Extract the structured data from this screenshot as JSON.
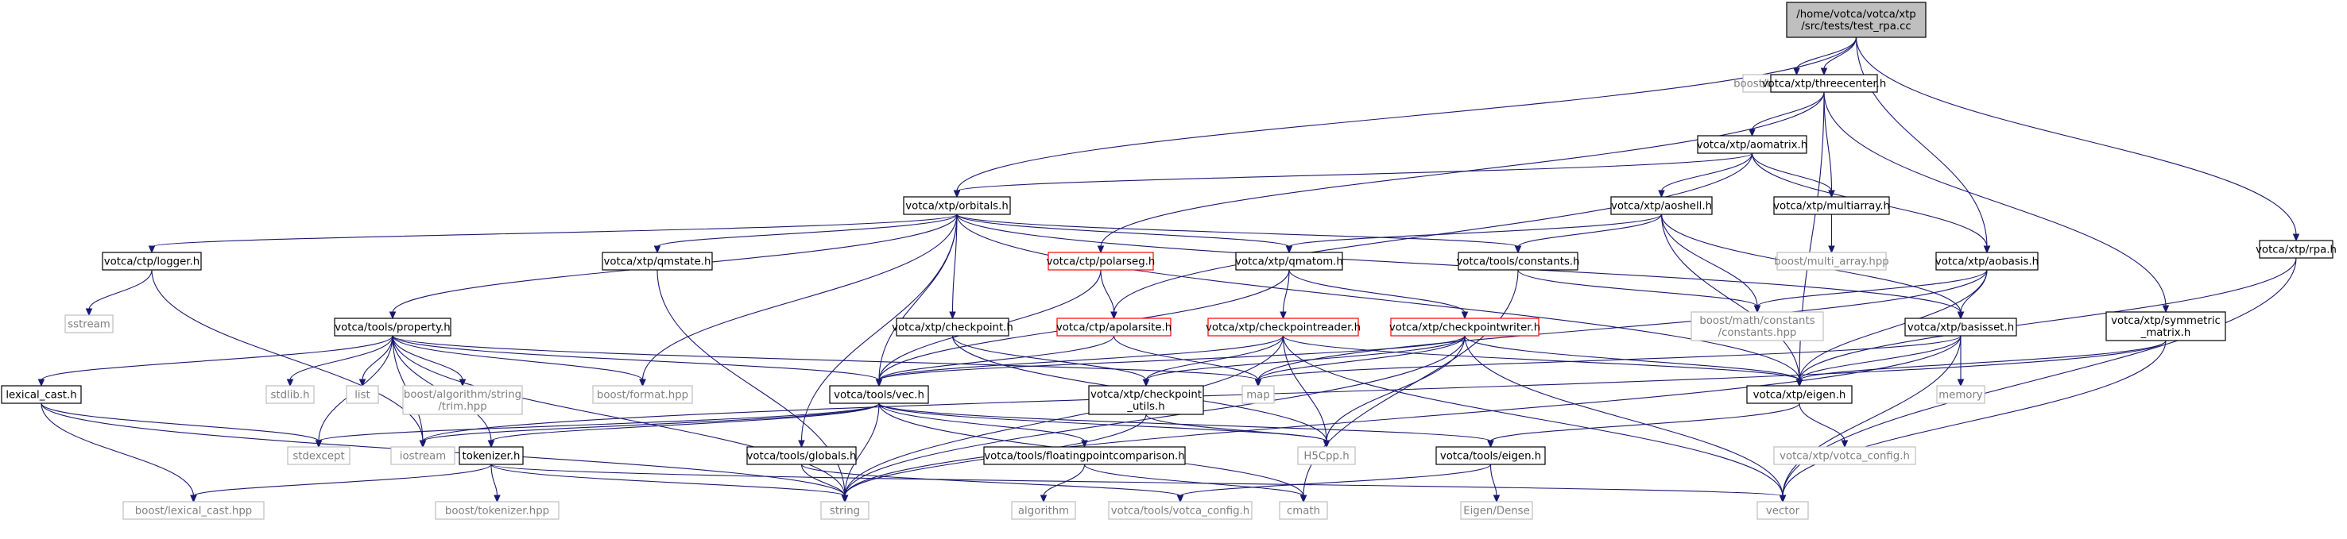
{
  "diagram": {
    "type": "include-dependency-graph",
    "nodes": [
      {
        "id": "root",
        "lines": [
          "/home/votca/votca/xtp",
          "/src/tests/test_rpa.cc"
        ],
        "kind": "root"
      },
      {
        "id": "unit_test",
        "lines": [
          "boost/test/unit_test.hpp"
        ],
        "kind": "ext"
      },
      {
        "id": "threecenter",
        "lines": [
          "votca/xtp/threecenter.h"
        ],
        "kind": "local"
      },
      {
        "id": "rpa",
        "lines": [
          "votca/xtp/rpa.h"
        ],
        "kind": "local"
      },
      {
        "id": "aomatrix",
        "lines": [
          "votca/xtp/aomatrix.h"
        ],
        "kind": "local"
      },
      {
        "id": "orbitals",
        "lines": [
          "votca/xtp/orbitals.h"
        ],
        "kind": "local"
      },
      {
        "id": "aoshell",
        "lines": [
          "votca/xtp/aoshell.h"
        ],
        "kind": "local"
      },
      {
        "id": "multiarray",
        "lines": [
          "votca/xtp/multiarray.h"
        ],
        "kind": "local"
      },
      {
        "id": "boost_multi_array",
        "lines": [
          "boost/multi_array.hpp"
        ],
        "kind": "ext"
      },
      {
        "id": "aobasis",
        "lines": [
          "votca/xtp/aobasis.h"
        ],
        "kind": "local"
      },
      {
        "id": "symmetricmatrix",
        "lines": [
          "votca/xtp/symmetric",
          "_matrix.h"
        ],
        "kind": "local"
      },
      {
        "id": "logger",
        "lines": [
          "votca/ctp/logger.h"
        ],
        "kind": "local"
      },
      {
        "id": "qmstate",
        "lines": [
          "votca/xtp/qmstate.h"
        ],
        "kind": "local"
      },
      {
        "id": "polarseg",
        "lines": [
          "votca/ctp/polarseg.h"
        ],
        "kind": "trunc"
      },
      {
        "id": "qmatom",
        "lines": [
          "votca/xtp/qmatom.h"
        ],
        "kind": "local"
      },
      {
        "id": "constants",
        "lines": [
          "votca/tools/constants.h"
        ],
        "kind": "local"
      },
      {
        "id": "sstream",
        "lines": [
          "sstream"
        ],
        "kind": "ext"
      },
      {
        "id": "property",
        "lines": [
          "votca/tools/property.h"
        ],
        "kind": "local"
      },
      {
        "id": "checkpoint",
        "lines": [
          "votca/xtp/checkpoint.h"
        ],
        "kind": "local"
      },
      {
        "id": "apolarsite",
        "lines": [
          "votca/ctp/apolarsite.h"
        ],
        "kind": "trunc"
      },
      {
        "id": "checkpointreader",
        "lines": [
          "votca/xtp/checkpointreader.h"
        ],
        "kind": "trunc"
      },
      {
        "id": "checkpointwriter",
        "lines": [
          "votca/xtp/checkpointwriter.h"
        ],
        "kind": "trunc"
      },
      {
        "id": "math_constants",
        "lines": [
          "boost/math/constants",
          "/constants.hpp"
        ],
        "kind": "ext"
      },
      {
        "id": "basisset",
        "lines": [
          "votca/xtp/basisset.h"
        ],
        "kind": "local"
      },
      {
        "id": "lexical_cast",
        "lines": [
          "lexical_cast.h"
        ],
        "kind": "local"
      },
      {
        "id": "stdlib",
        "lines": [
          "stdlib.h"
        ],
        "kind": "ext"
      },
      {
        "id": "list",
        "lines": [
          "list"
        ],
        "kind": "ext"
      },
      {
        "id": "trim",
        "lines": [
          "boost/algorithm/string",
          "/trim.hpp"
        ],
        "kind": "ext"
      },
      {
        "id": "format",
        "lines": [
          "boost/format.hpp"
        ],
        "kind": "ext"
      },
      {
        "id": "vec",
        "lines": [
          "votca/tools/vec.h"
        ],
        "kind": "local"
      },
      {
        "id": "map",
        "lines": [
          "map"
        ],
        "kind": "ext"
      },
      {
        "id": "checkpoint_utils",
        "lines": [
          "votca/xtp/checkpoint",
          "_utils.h"
        ],
        "kind": "local"
      },
      {
        "id": "eigen_xtp",
        "lines": [
          "votca/xtp/eigen.h"
        ],
        "kind": "local"
      },
      {
        "id": "memory",
        "lines": [
          "memory"
        ],
        "kind": "ext"
      },
      {
        "id": "stdexcept",
        "lines": [
          "stdexcept"
        ],
        "kind": "ext"
      },
      {
        "id": "iostream",
        "lines": [
          "iostream"
        ],
        "kind": "ext"
      },
      {
        "id": "tokenizer",
        "lines": [
          "tokenizer.h"
        ],
        "kind": "local"
      },
      {
        "id": "h5cpp",
        "lines": [
          "H5Cpp.h"
        ],
        "kind": "ext"
      },
      {
        "id": "globals",
        "lines": [
          "votca/tools/globals.h"
        ],
        "kind": "local"
      },
      {
        "id": "fpcomp",
        "lines": [
          "votca/tools/floatingpointcomparison.h"
        ],
        "kind": "local"
      },
      {
        "id": "eigen_tools",
        "lines": [
          "votca/tools/eigen.h"
        ],
        "kind": "local"
      },
      {
        "id": "votca_config_xtp",
        "lines": [
          "votca/xtp/votca_config.h"
        ],
        "kind": "ext"
      },
      {
        "id": "boost_lexical_cast",
        "lines": [
          "boost/lexical_cast.hpp"
        ],
        "kind": "ext"
      },
      {
        "id": "boost_tokenizer",
        "lines": [
          "boost/tokenizer.hpp"
        ],
        "kind": "ext"
      },
      {
        "id": "string",
        "lines": [
          "string"
        ],
        "kind": "ext"
      },
      {
        "id": "algorithm",
        "lines": [
          "algorithm"
        ],
        "kind": "ext"
      },
      {
        "id": "votca_config_tools",
        "lines": [
          "votca/tools/votca_config.h"
        ],
        "kind": "ext"
      },
      {
        "id": "cmath",
        "lines": [
          "cmath"
        ],
        "kind": "ext"
      },
      {
        "id": "eigen_dense",
        "lines": [
          "Eigen/Dense"
        ],
        "kind": "ext"
      },
      {
        "id": "vector",
        "lines": [
          "vector"
        ],
        "kind": "ext"
      }
    ],
    "edges": [
      [
        "root",
        "unit_test"
      ],
      [
        "root",
        "threecenter"
      ],
      [
        "root",
        "rpa"
      ],
      [
        "root",
        "orbitals"
      ],
      [
        "root",
        "aobasis"
      ],
      [
        "threecenter",
        "aomatrix"
      ],
      [
        "threecenter",
        "multiarray"
      ],
      [
        "threecenter",
        "symmetricmatrix"
      ],
      [
        "threecenter",
        "eigen_xtp"
      ],
      [
        "threecenter",
        "polarseg"
      ],
      [
        "aomatrix",
        "orbitals"
      ],
      [
        "aomatrix",
        "aoshell"
      ],
      [
        "aomatrix",
        "multiarray"
      ],
      [
        "aomatrix",
        "aobasis"
      ],
      [
        "aomatrix",
        "apolarsite"
      ],
      [
        "multiarray",
        "boost_multi_array"
      ],
      [
        "aoshell",
        "qmatom"
      ],
      [
        "aoshell",
        "constants"
      ],
      [
        "aoshell",
        "math_constants"
      ],
      [
        "aoshell",
        "basisset"
      ],
      [
        "aoshell",
        "eigen_xtp"
      ],
      [
        "aobasis",
        "math_constants"
      ],
      [
        "aobasis",
        "basisset"
      ],
      [
        "aobasis",
        "eigen_xtp"
      ],
      [
        "aobasis",
        "map"
      ],
      [
        "symmetricmatrix",
        "eigen_xtp"
      ],
      [
        "symmetricmatrix",
        "iostream"
      ],
      [
        "symmetricmatrix",
        "vector"
      ],
      [
        "rpa",
        "eigen_xtp"
      ],
      [
        "rpa",
        "vector"
      ],
      [
        "orbitals",
        "logger"
      ],
      [
        "orbitals",
        "qmstate"
      ],
      [
        "orbitals",
        "qmatom"
      ],
      [
        "orbitals",
        "constants"
      ],
      [
        "orbitals",
        "property"
      ],
      [
        "orbitals",
        "checkpoint"
      ],
      [
        "orbitals",
        "vec"
      ],
      [
        "orbitals",
        "globals"
      ],
      [
        "orbitals",
        "format"
      ],
      [
        "orbitals",
        "basisset"
      ],
      [
        "orbitals",
        "eigen_xtp"
      ],
      [
        "logger",
        "sstream"
      ],
      [
        "logger",
        "iostream"
      ],
      [
        "qmstate",
        "string"
      ],
      [
        "polarseg",
        "apolarsite"
      ],
      [
        "polarseg",
        "vec"
      ],
      [
        "qmatom",
        "checkpointreader"
      ],
      [
        "qmatom",
        "checkpointwriter"
      ],
      [
        "qmatom",
        "vec"
      ],
      [
        "constants",
        "math_constants"
      ],
      [
        "constants",
        "cmath"
      ],
      [
        "property",
        "lexical_cast"
      ],
      [
        "property",
        "stdlib"
      ],
      [
        "property",
        "list"
      ],
      [
        "property",
        "trim"
      ],
      [
        "property",
        "format"
      ],
      [
        "property",
        "vec"
      ],
      [
        "property",
        "map"
      ],
      [
        "property",
        "tokenizer"
      ],
      [
        "property",
        "iostream"
      ],
      [
        "property",
        "stdexcept"
      ],
      [
        "property",
        "string"
      ],
      [
        "checkpoint",
        "checkpoint_utils"
      ],
      [
        "checkpoint",
        "h5cpp"
      ],
      [
        "apolarsite",
        "vec"
      ],
      [
        "apolarsite",
        "map"
      ],
      [
        "checkpointreader",
        "vec"
      ],
      [
        "checkpointreader",
        "checkpoint_utils"
      ],
      [
        "checkpointreader",
        "h5cpp"
      ],
      [
        "checkpointreader",
        "eigen_xtp"
      ],
      [
        "checkpointreader",
        "string"
      ],
      [
        "checkpointreader",
        "vector"
      ],
      [
        "checkpointwriter",
        "vec"
      ],
      [
        "checkpointwriter",
        "checkpoint_utils"
      ],
      [
        "checkpointwriter",
        "h5cpp"
      ],
      [
        "checkpointwriter",
        "eigen_xtp"
      ],
      [
        "checkpointwriter",
        "map"
      ],
      [
        "checkpointwriter",
        "string"
      ],
      [
        "checkpointwriter",
        "vector"
      ],
      [
        "basisset",
        "eigen_xtp"
      ],
      [
        "basisset",
        "memory"
      ],
      [
        "basisset",
        "vector"
      ],
      [
        "basisset",
        "string"
      ],
      [
        "basisset",
        "map"
      ],
      [
        "lexical_cast",
        "stdexcept"
      ],
      [
        "lexical_cast",
        "boost_lexical_cast"
      ],
      [
        "lexical_cast",
        "string"
      ],
      [
        "vec",
        "stdexcept"
      ],
      [
        "vec",
        "iostream"
      ],
      [
        "vec",
        "tokenizer"
      ],
      [
        "vec",
        "fpcomp"
      ],
      [
        "vec",
        "eigen_tools"
      ],
      [
        "vec",
        "h5cpp"
      ],
      [
        "vec",
        "cmath"
      ],
      [
        "vec",
        "string"
      ],
      [
        "checkpoint_utils",
        "h5cpp"
      ],
      [
        "checkpoint_utils",
        "string"
      ],
      [
        "eigen_xtp",
        "votca_config_xtp"
      ],
      [
        "eigen_xtp",
        "eigen_tools"
      ],
      [
        "tokenizer",
        "boost_lexical_cast"
      ],
      [
        "tokenizer",
        "boost_tokenizer"
      ],
      [
        "tokenizer",
        "string"
      ],
      [
        "tokenizer",
        "vector"
      ],
      [
        "globals",
        "string"
      ],
      [
        "globals",
        "votca_config_tools"
      ],
      [
        "fpcomp",
        "algorithm"
      ],
      [
        "fpcomp",
        "cmath"
      ],
      [
        "eigen_tools",
        "votca_config_tools"
      ],
      [
        "eigen_tools",
        "eigen_dense"
      ]
    ]
  }
}
